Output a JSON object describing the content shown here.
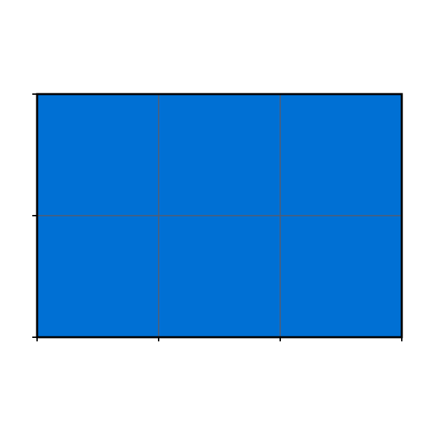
{
  "colors": {
    "background": "#ffffff",
    "fill": "#0070d4",
    "grid": "#5a5a6a",
    "frame": "#000000"
  },
  "grid": {
    "columns": 3,
    "rows": 2,
    "cells": [
      {
        "row": 0,
        "col": 0,
        "color": "#0070d4"
      },
      {
        "row": 0,
        "col": 1,
        "color": "#0070d4"
      },
      {
        "row": 0,
        "col": 2,
        "color": "#0070d4"
      },
      {
        "row": 1,
        "col": 0,
        "color": "#0070d4"
      },
      {
        "row": 1,
        "col": 1,
        "color": "#0070d4"
      },
      {
        "row": 1,
        "col": 2,
        "color": "#0070d4"
      }
    ]
  },
  "axes": {
    "x_ticks": 4,
    "y_ticks": 3
  }
}
